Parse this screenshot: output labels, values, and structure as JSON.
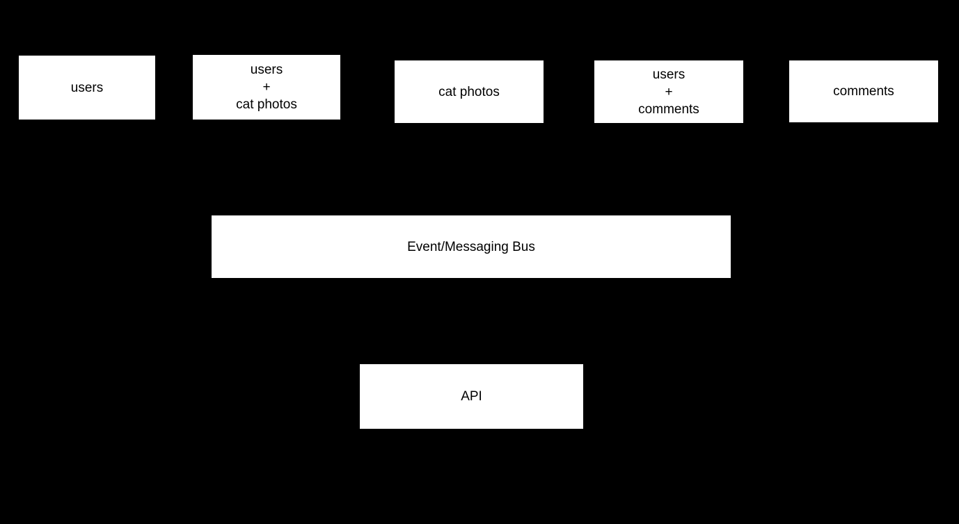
{
  "diagram": {
    "title": "Event/Messaging Bus architecture diagram",
    "colors": {
      "background": "#000000",
      "node_fill": "#ffffff",
      "node_text": "#000000"
    },
    "nodes": [
      {
        "id": "users-store",
        "label": "users"
      },
      {
        "id": "users-cat-photos-store",
        "label": "users\n+\ncat photos"
      },
      {
        "id": "cat-photos-store",
        "label": "cat photos"
      },
      {
        "id": "users-comments-store",
        "label": "users\n+\ncomments"
      },
      {
        "id": "comments-store",
        "label": "comments"
      },
      {
        "id": "event-messaging-bus",
        "label": "Event/Messaging Bus"
      },
      {
        "id": "api",
        "label": "API"
      }
    ]
  }
}
